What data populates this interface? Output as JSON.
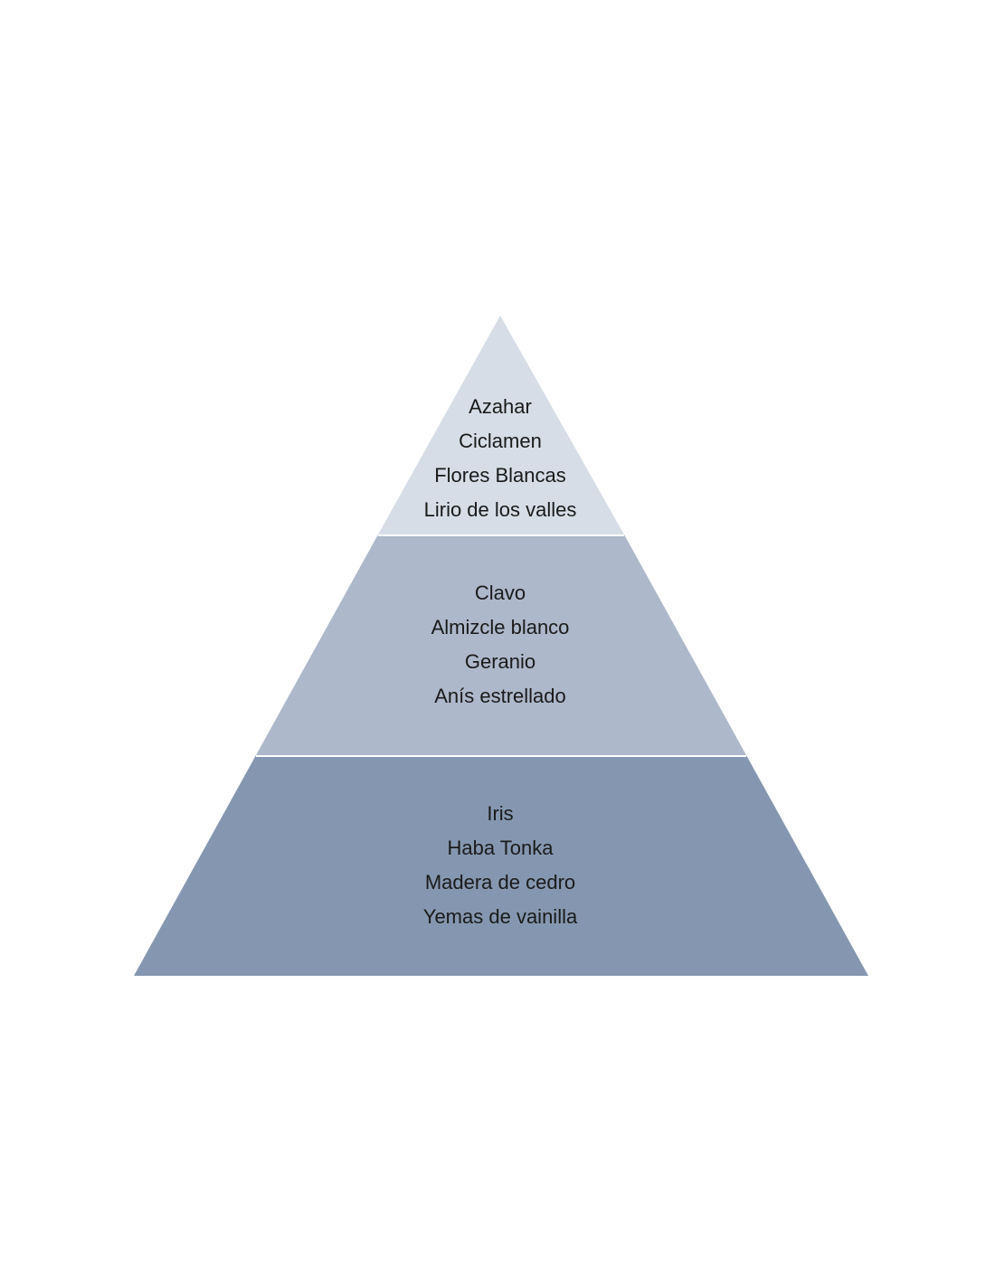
{
  "colors": {
    "top": "#d6dde6",
    "middle": "#adb8ca",
    "base": "#8597b0",
    "separator": "#ffffff",
    "text": "#1a1a1a"
  },
  "tiers": {
    "top": {
      "items": [
        "Azahar",
        "Ciclamen",
        "Flores Blancas",
        "Lirio de los valles"
      ]
    },
    "middle": {
      "items": [
        "Clavo",
        "Almizcle blanco",
        "Geranio",
        "Anís estrellado"
      ]
    },
    "base": {
      "items": [
        "Iris",
        "Haba Tonka",
        "Madera de cedro",
        "Yemas de vainilla"
      ]
    }
  }
}
